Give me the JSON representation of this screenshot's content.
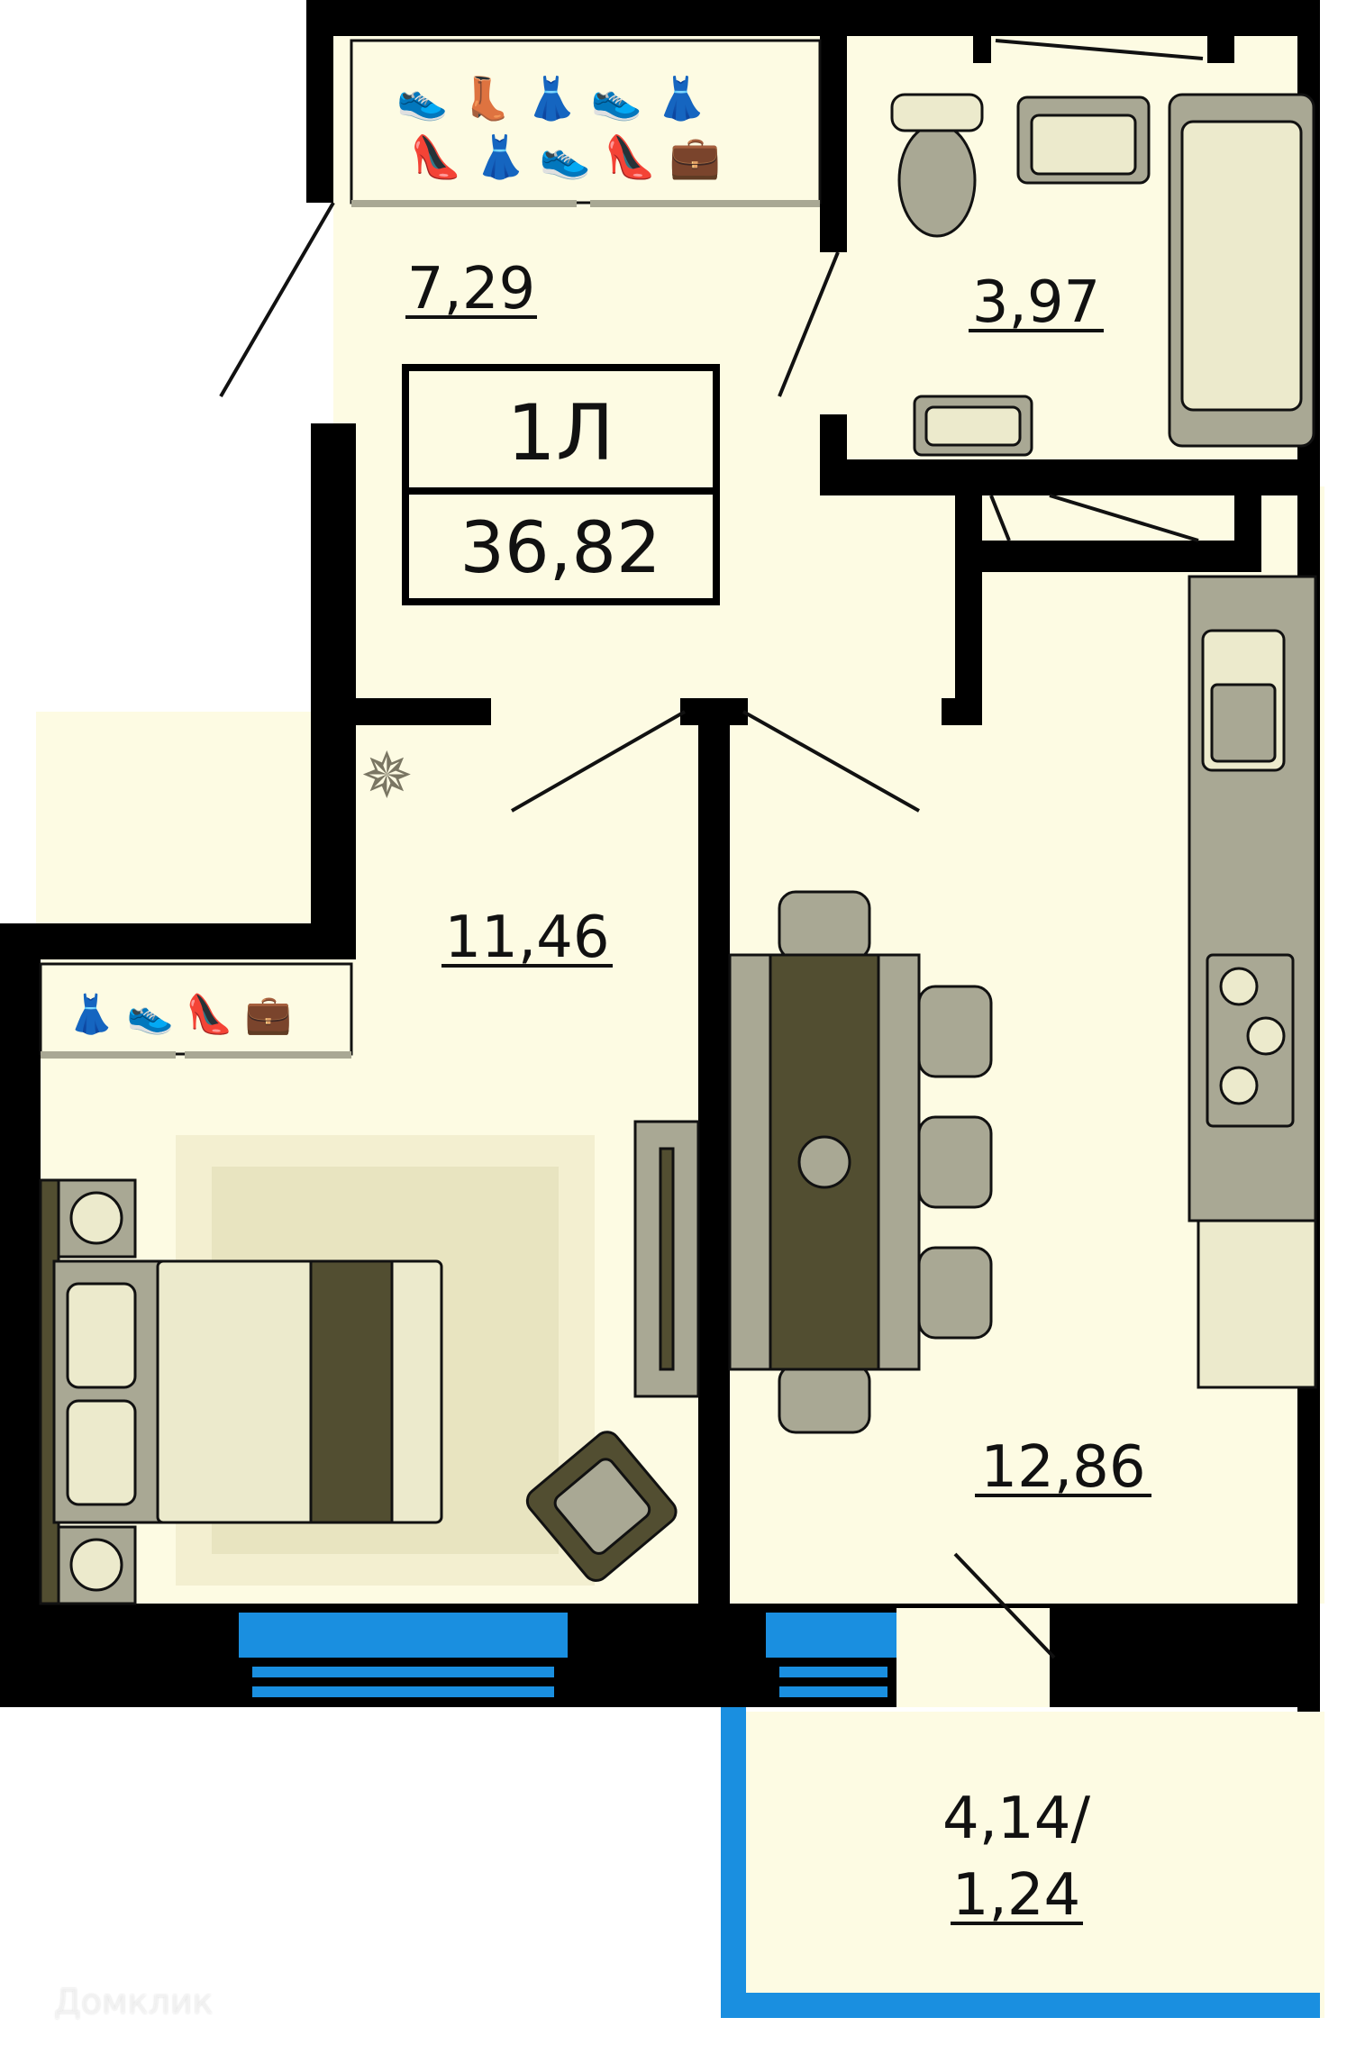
{
  "plan": {
    "unit_type": "1Л",
    "total_area": "36,82",
    "rooms": [
      {
        "id": "hall",
        "name": "hallway",
        "area": "7,29"
      },
      {
        "id": "bath",
        "name": "bathroom",
        "area": "3,97"
      },
      {
        "id": "bedroom",
        "name": "bedroom",
        "area": "11,46"
      },
      {
        "id": "kitchen",
        "name": "kitchen-living",
        "area": "12,86"
      },
      {
        "id": "balcony",
        "name": "balcony",
        "area_line1": "4,14/",
        "area_line2": "1,24"
      }
    ]
  },
  "watermark": "Домклик",
  "colors": {
    "floor": "#fdfbe3",
    "wall": "#000000",
    "window": "#1a8fe0",
    "furniture": "#a9a894",
    "furniture_dark": "#524e31",
    "furniture_light": "#eceacc"
  }
}
